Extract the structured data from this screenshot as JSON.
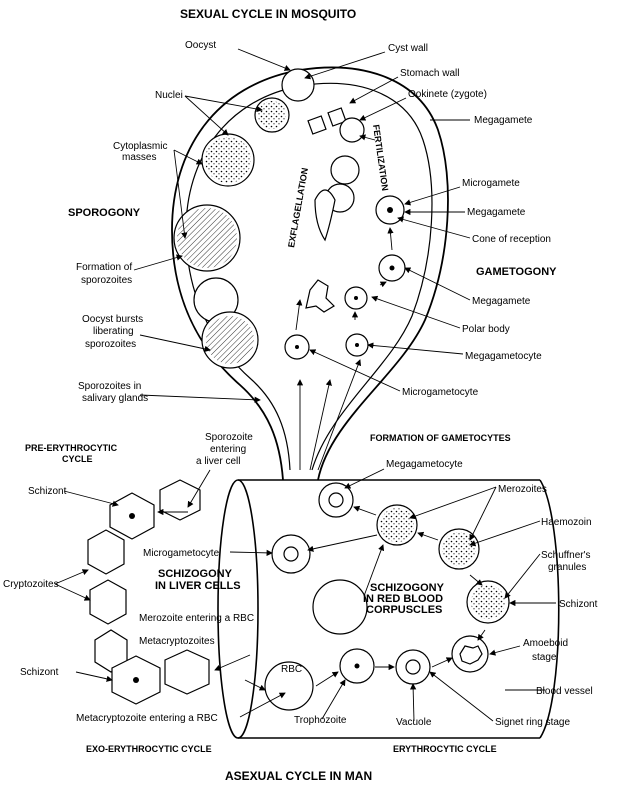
{
  "titles": {
    "top": "SEXUAL CYCLE IN MOSQUITO",
    "bottom": "ASEXUAL CYCLE IN MAN"
  },
  "stages": {
    "sporogony": "SPOROGONY",
    "gametogony": "GAMETOGONY",
    "formation_of_gametocytes": "FORMATION OF GAMETOCYTES",
    "pre_erythrocytic_1": "PRE-ERYTHROCYTIC",
    "pre_erythrocytic_2": "CYCLE",
    "schizogony_liver_1": "SCHIZOGONY",
    "schizogony_liver_2": "IN LIVER CELLS",
    "schizogony_rbc_1": "SCHIZOGONY",
    "schizogony_rbc_2": "IN RED BLOOD",
    "schizogony_rbc_3": "CORPUSCLES",
    "exo_erythrocytic": "EXO-ERYTHROCYTIC CYCLE",
    "erythrocytic": "ERYTHROCYTIC CYCLE",
    "exflagellation": "EXFLAGELLATION",
    "fertilization": "FERTILIZATION"
  },
  "labels": {
    "oocyst": "Oocyst",
    "cyst_wall": "Cyst wall",
    "stomach_wall": "Stomach wall",
    "ookinete": "Ookinete (zygote)",
    "megagamete_top": "Megagamete",
    "nuclei": "Nuclei",
    "cytoplasmic_1": "Cytoplasmic",
    "cytoplasmic_2": "masses",
    "microgamete": "Microgamete",
    "megagamete_mid": "Megagamete",
    "cone_of_reception": "Cone of reception",
    "formation_of_1": "Formation of",
    "formation_of_2": "sporozoites",
    "megagamete_low": "Megagamete",
    "polar_body": "Polar body",
    "oocyst_bursts_1": "Oocyst bursts",
    "oocyst_bursts_2": "liberating",
    "oocyst_bursts_3": "sporozoites",
    "megagametocyte_top": "Megagametocyte",
    "microgametocyte_top": "Microgametocyte",
    "sporozoites_1": "Sporozoites in",
    "sporozoites_2": "salivary glands",
    "sporozoite_entering_1": "Sporozoite",
    "sporozoite_entering_2": "entering",
    "sporozoite_entering_3": "a liver cell",
    "megagametocyte_rbc": "Megagametocyte",
    "merozoites": "Merozoites",
    "schizont_top": "Schizont",
    "haemozoin": "Haemozoin",
    "microgametocyte_rbc": "Microgametocyte",
    "schuffners_1": "Schuffner's",
    "schuffners_2": "granules",
    "cryptozoites": "Cryptozoites",
    "merozoite_entering": "Merozoite entering a RBC",
    "schizont_rbc": "Schizont",
    "metacryptozoites": "Metacryptozoites",
    "amoeboid_1": "Amoeboid",
    "amoeboid_2": "stage",
    "schizont_low": "Schizont",
    "rbc": "RBC",
    "blood_vessel": "Blood vessel",
    "metacryptozoite_entering": "Metacryptozoite entering a RBC",
    "trophozoite": "Trophozoite",
    "vacuole": "Vacuole",
    "signet_ring": "Signet ring stage"
  }
}
